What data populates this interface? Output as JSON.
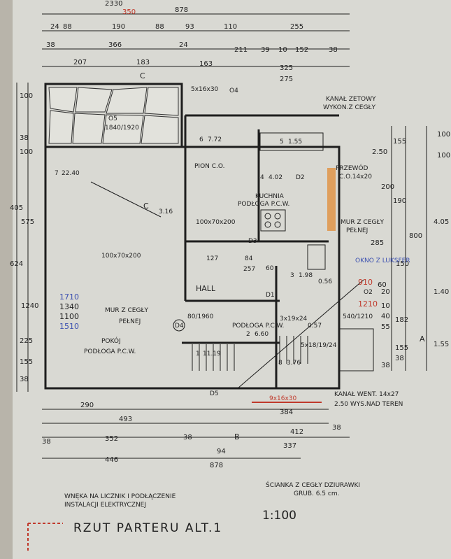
{
  "drawing": {
    "title": "RZUT PARTERU ALT.1",
    "scale": "1:100",
    "top_partial": "2330",
    "top_partial_red": "350"
  },
  "dimensions_top": {
    "overall": "878",
    "row1": [
      "24",
      "88",
      "190",
      "88",
      "93",
      "110",
      "255"
    ],
    "row2": [
      "38",
      "366",
      "24",
      "211",
      "39",
      "10",
      "152",
      "38"
    ],
    "row3": [
      "207",
      "183",
      "163",
      "325"
    ],
    "row3_extra": "275"
  },
  "dimensions_left": [
    "100",
    "38",
    "100",
    "575",
    "624",
    "1240",
    "225",
    "155",
    "38",
    "405"
  ],
  "dimensions_right": [
    "100",
    "2.50",
    "155",
    "190",
    "200",
    "285",
    "800",
    "150",
    "60",
    "20",
    "10",
    "40",
    "55",
    "155",
    "38",
    "100",
    "4.05",
    "1.40",
    "1.55",
    "182",
    "38"
  ],
  "dimensions_bottom": {
    "a": "290",
    "b": "493",
    "c": "352",
    "d": "446",
    "e": "878",
    "f": "38",
    "g": "384",
    "h": "412",
    "i": "337",
    "j": "38",
    "k": "38",
    "l": "94"
  },
  "rooms": {
    "c_label": "C",
    "o5": "O5",
    "o5_size": "1840/1920",
    "r7": "7",
    "r7_area": "22.40",
    "r6": "6",
    "r6_area": "7.72",
    "r5": "5",
    "r5_area": "1.55",
    "r4": "4",
    "r4_area": "4.02",
    "r3": "3",
    "r3_area": "1.98",
    "r2": "2",
    "r2_area": "6.60",
    "r8": "8",
    "r8_area": "3.76",
    "r1": "1",
    "r1_area": "11.19",
    "pion": "PION C.O.",
    "kuchnia": "KUCHNIA",
    "kuchnia_floor": "PODŁOGA P.C.W.",
    "window_100_70": "100x70x200",
    "window_100_70b": "100x70x200",
    "hall": "HALL",
    "hall_floor": "PODŁOGA P.C.W.",
    "pokoj": "POKÓJ",
    "pokoj_floor": "PODŁOGA P.C.W.",
    "mur": "MUR Z CEGŁY",
    "mur2": "PEŁNEJ",
    "mur_r": "MUR Z CEGŁY",
    "mur_r2": "PEŁNEJ",
    "d4": "D4",
    "d4_size": "80/1960",
    "d2": "D2",
    "d3": "D3",
    "d1": "D1",
    "d5": "D5",
    "o4": "O4",
    "o2": "O2",
    "o2_size": "540/1210",
    "stairs": "5x18/19/24",
    "stairs2": "3x19x24",
    "val_316": "3.16",
    "val_127": "127",
    "val_257": "257",
    "val_84": "84",
    "val_60": "60",
    "val_056": "0.56",
    "val_057": "0.57",
    "o4_size": "5x16x30",
    "przewod": "PRZEWÓD",
    "przewod2": "C.O.14x20",
    "kanal": "KANAŁ ZETOWY",
    "kanal2": "WYKON.Z CEGŁY",
    "red_1710": "1710",
    "red_1340": "1340",
    "red_1100": "1100",
    "red_1510": "1510",
    "red_910": "910",
    "red_1210": "1210",
    "okno": "OKNO Z LUKSFER"
  },
  "notes": {
    "kanal_went": "KANAŁ WENT. 14x27",
    "kanal_went2": "2.50 WYS.NAD TEREN",
    "wneka": "WNĘKA NA LICZNIK I PODŁĄCZENIE",
    "wneka2": "INSTALACJI ELEKTRYCZNEJ",
    "scianka": "ŚCIANKA Z CEGŁY DZIURAWKI",
    "scianka2": "GRUB. 6.5 cm.",
    "red_9x16": "9x16x30",
    "b_mark": "B",
    "a_mark": "A"
  },
  "colors": {
    "paper": "#d6d6d0",
    "ink": "#1e1e1e",
    "red": "#c0392b",
    "orange": "#e09040",
    "blue": "#3a4fb0"
  }
}
